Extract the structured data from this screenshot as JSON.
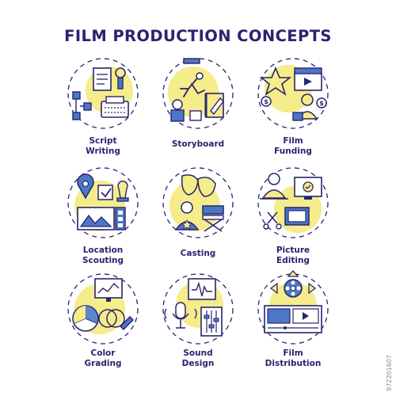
{
  "title": "FILM PRODUCTION CONCEPTS",
  "colors": {
    "outline": "#2a2370",
    "yellow": "#f5ec8a",
    "blue": "#4a78c6",
    "dash": "#2a2370"
  },
  "icons": [
    {
      "label_lines": [
        "Script",
        "Writing"
      ],
      "icon": "script-writing-icon"
    },
    {
      "label_lines": [
        "Storyboard"
      ],
      "icon": "storyboard-icon"
    },
    {
      "label_lines": [
        "Film",
        "Funding"
      ],
      "icon": "film-funding-icon"
    },
    {
      "label_lines": [
        "Location",
        "Scouting"
      ],
      "icon": "location-scouting-icon"
    },
    {
      "label_lines": [
        "Casting"
      ],
      "icon": "casting-icon"
    },
    {
      "label_lines": [
        "Picture",
        "Editing"
      ],
      "icon": "picture-editing-icon"
    },
    {
      "label_lines": [
        "Color",
        "Grading"
      ],
      "icon": "color-grading-icon"
    },
    {
      "label_lines": [
        "Sound",
        "Design"
      ],
      "icon": "sound-design-icon"
    },
    {
      "label_lines": [
        "Film",
        "Distribution"
      ],
      "icon": "film-distribution-icon"
    }
  ],
  "watermark": "972201607"
}
